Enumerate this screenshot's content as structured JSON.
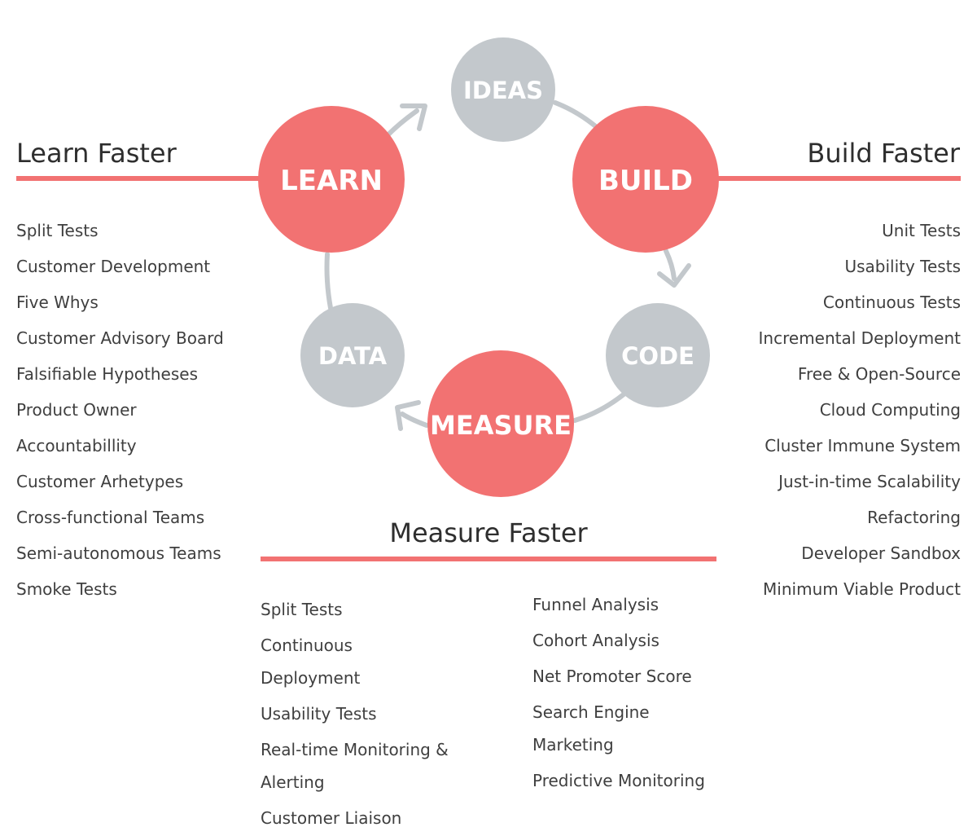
{
  "learn": {
    "title": "Learn Faster",
    "items": [
      "Split Tests",
      "Customer Development",
      "Five Whys",
      "Customer Advisory Board",
      "Falsifiable Hypotheses",
      "Product Owner",
      "Accountabillity",
      "Customer Arhetypes",
      "Cross-functional Teams",
      "Semi-autonomous Teams",
      "Smoke Tests"
    ]
  },
  "build": {
    "title": "Build Faster",
    "items": [
      "Unit Tests",
      "Usability Tests",
      "Continuous Tests",
      "Incremental Deployment",
      "Free & Open-Source",
      "Cloud Computing",
      "Cluster Immune System",
      "Just-in-time Scalability",
      "Refactoring",
      "Developer Sandbox",
      "Minimum Viable Product"
    ]
  },
  "measure": {
    "title": "Measure Faster",
    "left_items": [
      "Split Tests",
      "Continuous Deployment",
      "Usability Tests",
      "Real-time Monitoring & Alerting",
      "Customer Liaison"
    ],
    "right_items": [
      "Funnel Analysis",
      "Cohort Analysis",
      "Net Promoter Score",
      "Search Engine Marketing",
      "Predictive Monitoring"
    ]
  },
  "cycle": {
    "nodes": {
      "ideas": "IDEAS",
      "build": "BUILD",
      "code": "CODE",
      "measure": "MEASURE",
      "data": "DATA",
      "learn": "LEARN"
    }
  },
  "colors": {
    "accent": "#f27272",
    "node_gray": "#c3c8cc",
    "arrow_gray": "#c3c8cc",
    "text": "#3a3a3a"
  }
}
